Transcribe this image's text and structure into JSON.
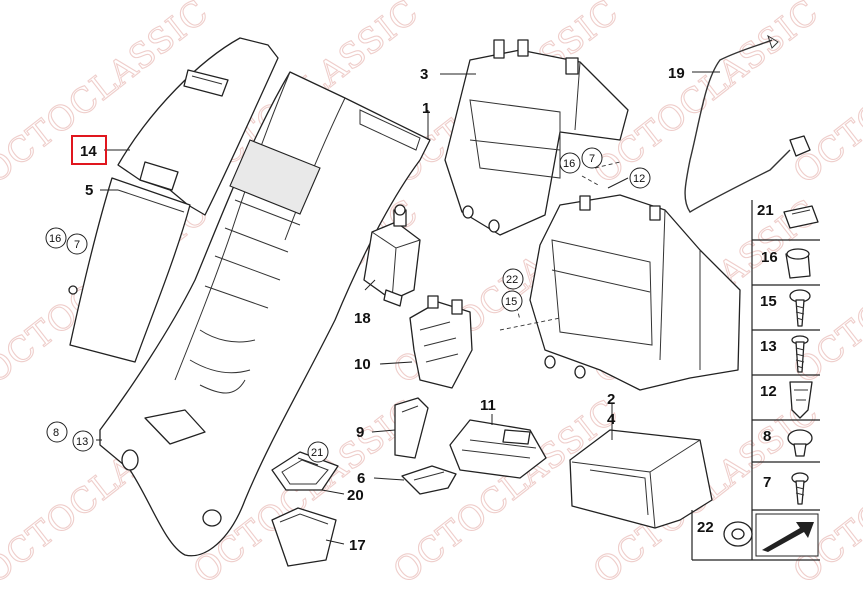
{
  "watermark": "OCTOCLASSIC",
  "highlight_color": "#e0161e",
  "watermark_color": "#e2a7a2",
  "labels": {
    "l14": "14",
    "l5": "5",
    "l16a": "16",
    "l7a": "7",
    "l8": "8",
    "l13": "13",
    "l18": "18",
    "l10": "10",
    "l9": "9",
    "l6": "6",
    "l21": "21",
    "l20": "20",
    "l17": "17",
    "l3": "3",
    "l1": "1",
    "l16b": "16",
    "l7b": "7",
    "l12": "12",
    "l22": "22",
    "l15": "15",
    "l11": "11",
    "l2": "2",
    "l4": "4",
    "l19": "19"
  },
  "sidebar": {
    "items": [
      "21",
      "16",
      "15",
      "13",
      "12",
      "8",
      "7"
    ],
    "bottom_left": "22"
  }
}
